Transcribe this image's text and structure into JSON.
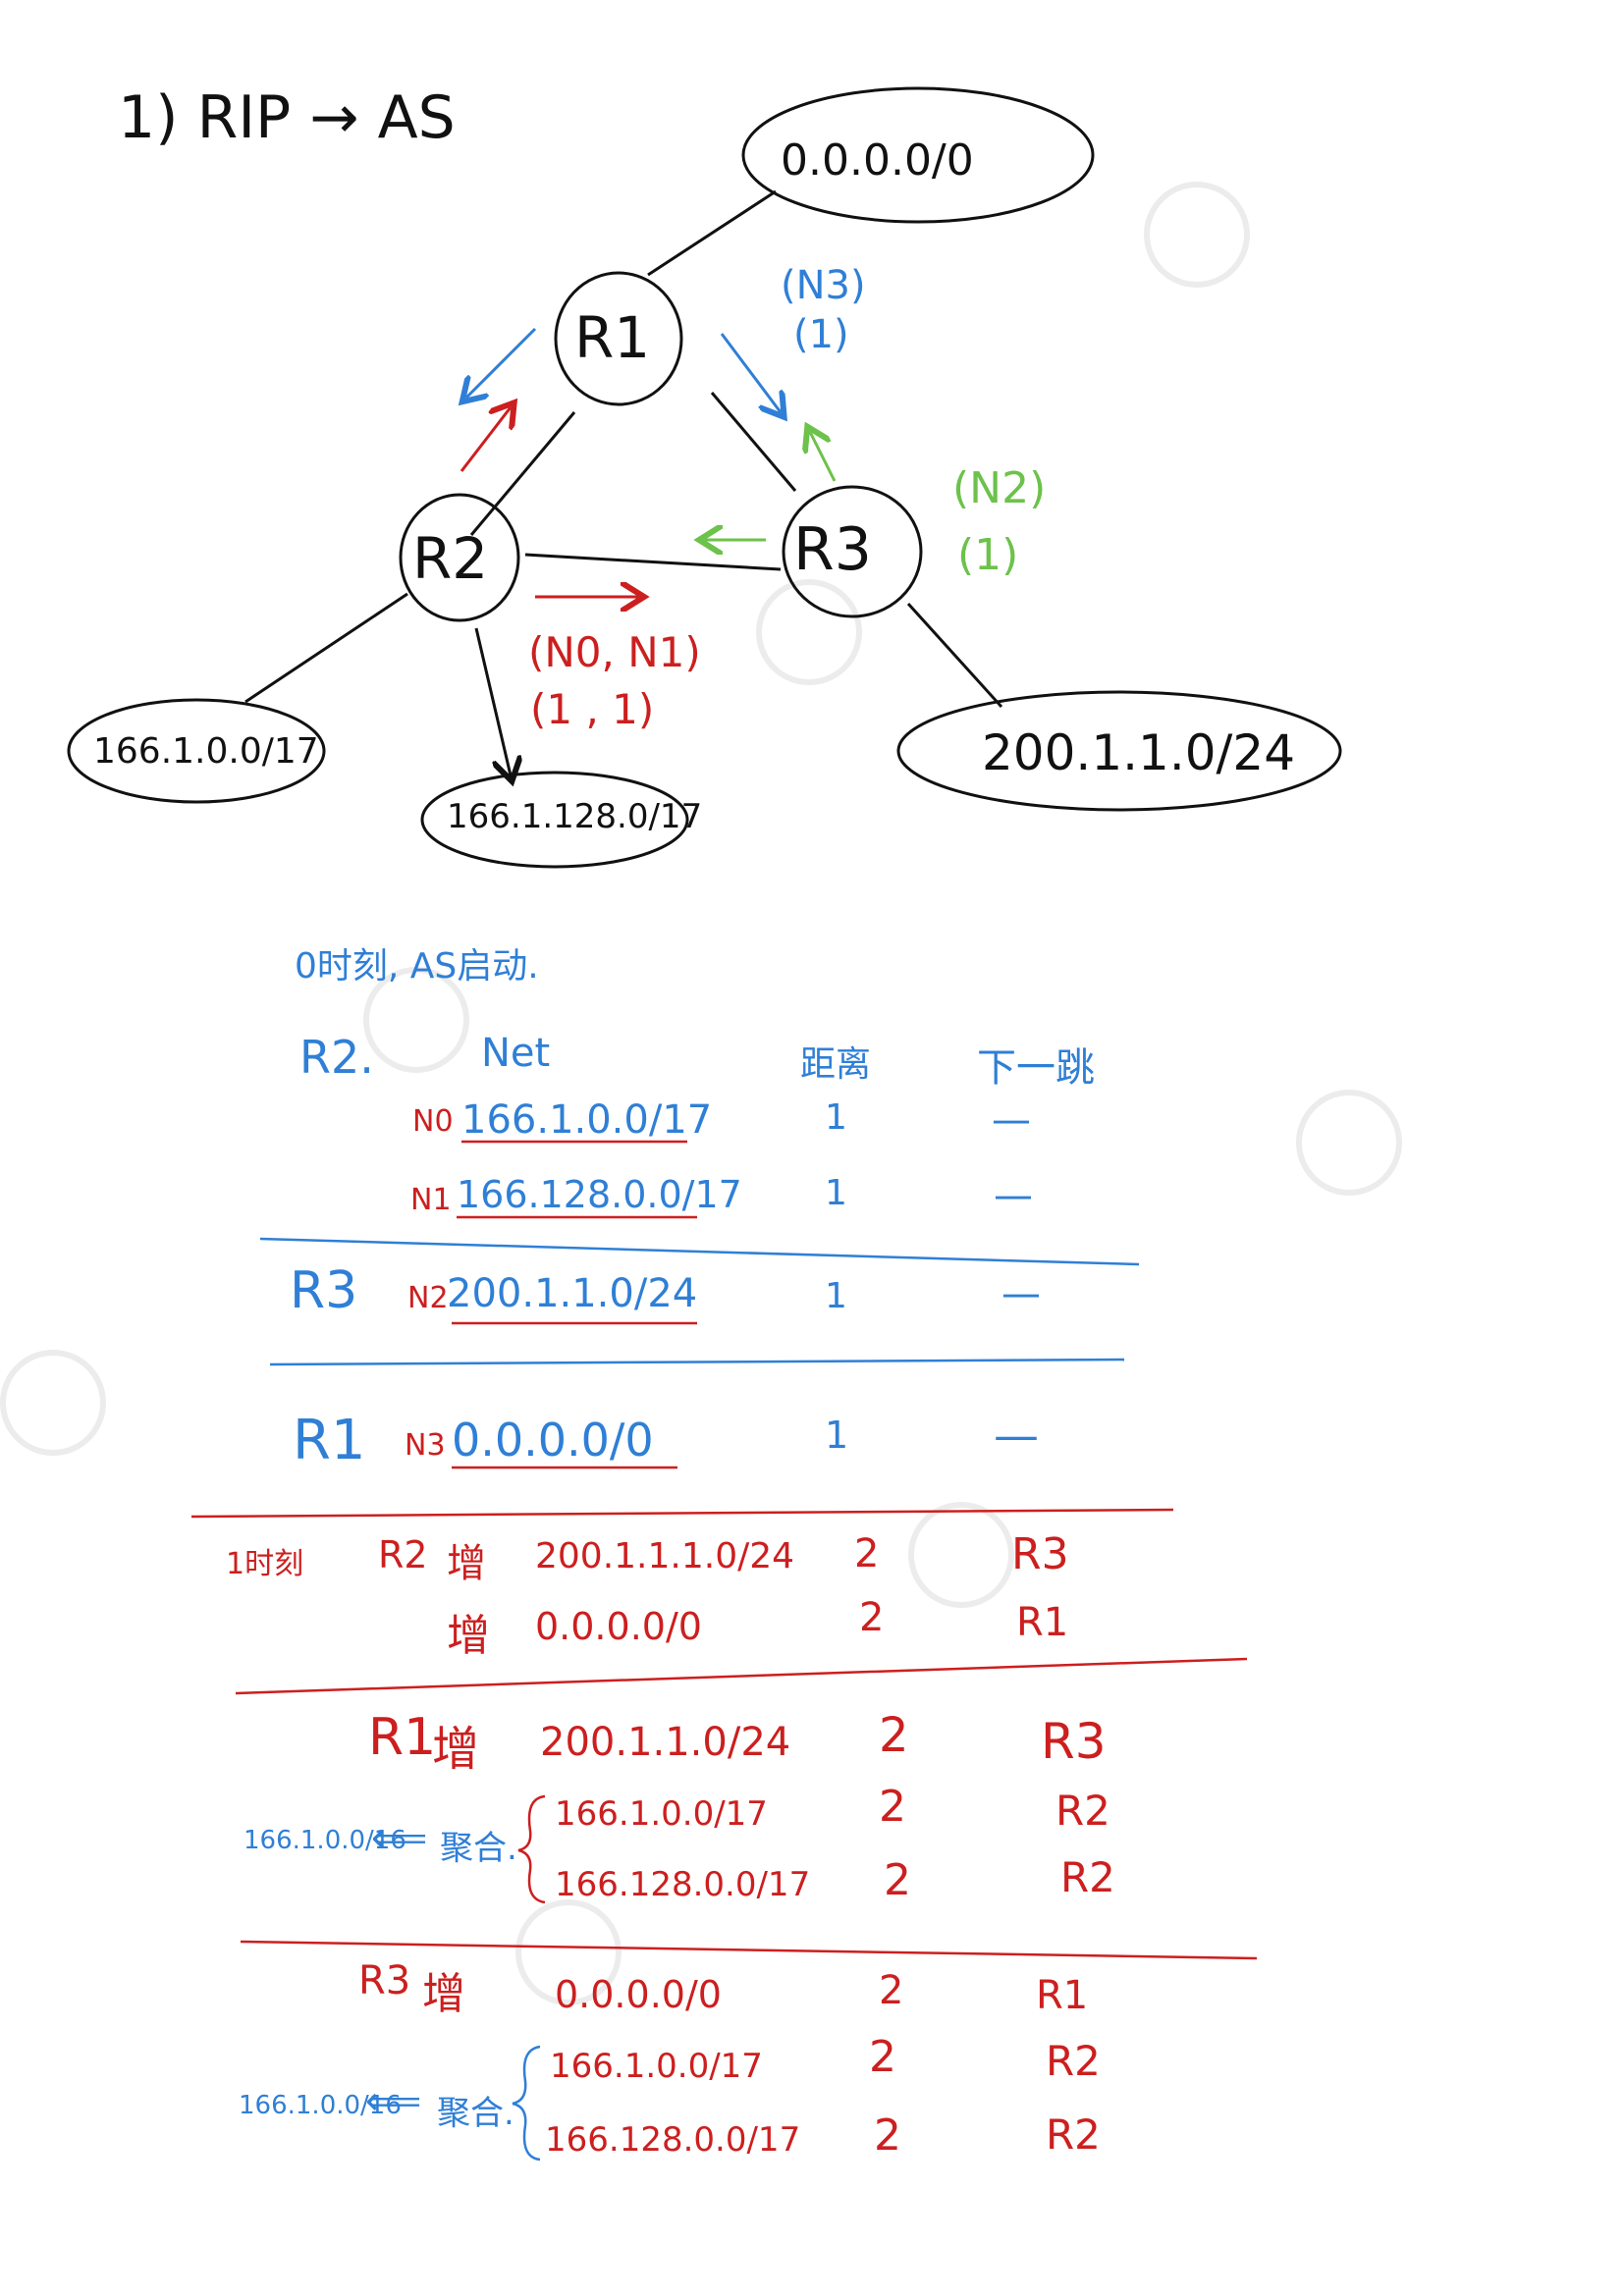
{
  "title": "1) RIP → AS",
  "diagram": {
    "routers": {
      "r1": "R1",
      "r2": "R2",
      "r3": "R3"
    },
    "networks": {
      "default": "0.0.0.0/0",
      "n0": "166.1.0.0/17",
      "n1": "166.1.128.0/17",
      "n2": "200.1.1.0/24"
    },
    "annotations": {
      "r1_to_r3": {
        "nets": "(N3)",
        "dist": "(1)",
        "color": "#2f7fd6"
      },
      "r3_to_r2": {
        "nets": "(N2)",
        "dist": "(1)",
        "color": "#6cc24a"
      },
      "r2_to_r3": {
        "nets": "(N0, N1)",
        "dist": "(1 , 1)",
        "color": "#cc1f1f"
      }
    }
  },
  "phase0": {
    "caption": "0时刻, AS启动.",
    "headers": {
      "router": "R2.",
      "net": "Net",
      "distance": "距离",
      "next_hop": "下一跳"
    },
    "rows": [
      {
        "router": "",
        "label": "N0",
        "net": "166.1.0.0/17",
        "distance": "1",
        "next_hop": "—"
      },
      {
        "router": "",
        "label": "N1",
        "net": "166.128.0.0/17",
        "distance": "1",
        "next_hop": "—"
      },
      {
        "router": "R3",
        "label": "N2",
        "net": "200.1.1.0/24",
        "distance": "1",
        "next_hop": "—"
      },
      {
        "router": "R1",
        "label": "N3",
        "net": "0.0.0.0/0",
        "distance": "1",
        "next_hop": "—"
      }
    ]
  },
  "phase1": {
    "caption": "1时刻",
    "r2": {
      "router": "R2",
      "add": "增",
      "rows": [
        {
          "net": "200.1.1.1.0/24",
          "distance": "2",
          "next_hop": "R3"
        },
        {
          "net": "0.0.0.0/0",
          "distance": "2",
          "next_hop": "R1"
        }
      ]
    },
    "r1": {
      "router": "R1",
      "add": "增",
      "rows": [
        {
          "net": "200.1.1.0/24",
          "distance": "2",
          "next_hop": "R3"
        }
      ],
      "aggregate": {
        "result": "166.1.0.0/16",
        "label": "聚合.",
        "rows": [
          {
            "net": "166.1.0.0/17",
            "distance": "2",
            "next_hop": "R2"
          },
          {
            "net": "166.128.0.0/17",
            "distance": "2",
            "next_hop": "R2"
          }
        ]
      }
    },
    "r3": {
      "router": "R3",
      "add": "增",
      "rows": [
        {
          "net": "0.0.0.0/0",
          "distance": "2",
          "next_hop": "R1"
        }
      ],
      "aggregate": {
        "result": "166.1.0.0/16",
        "label": "聚合.",
        "rows": [
          {
            "net": "166.1.0.0/17",
            "distance": "2",
            "next_hop": "R2"
          },
          {
            "net": "166.128.0.0/17",
            "distance": "2",
            "next_hop": "R2"
          }
        ]
      }
    }
  }
}
